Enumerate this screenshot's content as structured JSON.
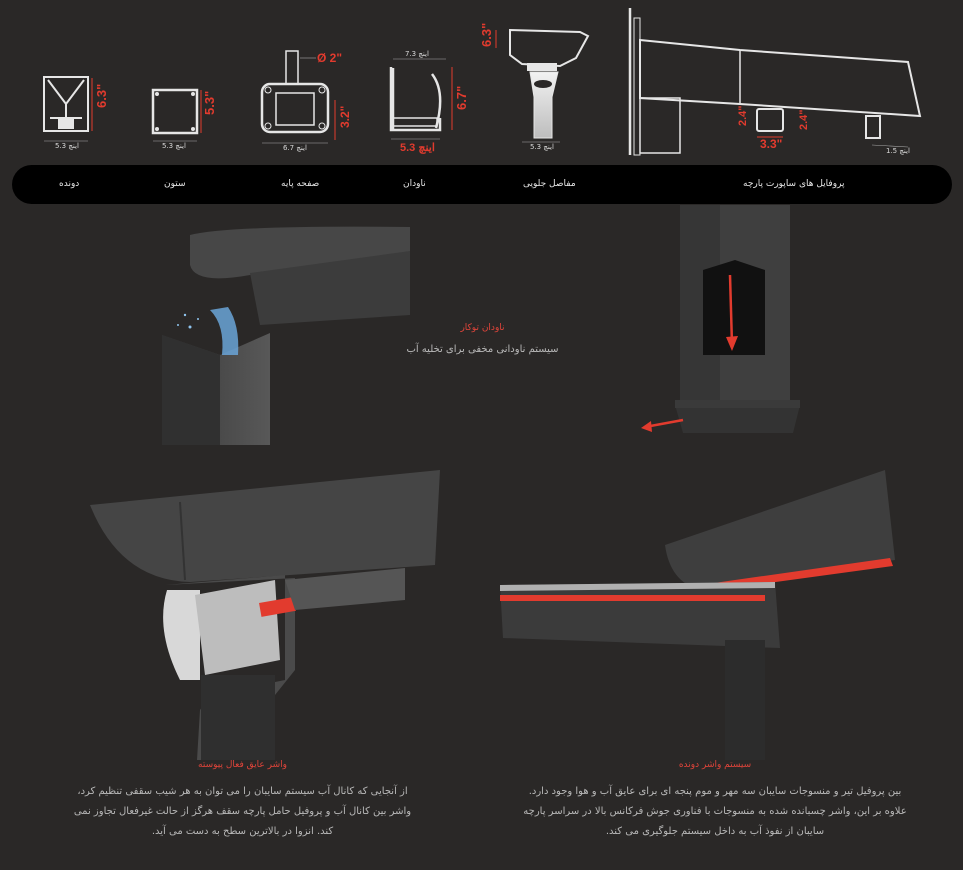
{
  "profiles": {
    "gutter_profile": {
      "height": "6.3\"",
      "width": "5.3 اینچ"
    },
    "column": {
      "height": "5.3\"",
      "width": "5.3 اینچ"
    },
    "base_plate": {
      "diameter": "Ø 2\"",
      "height": "3.2\"",
      "width": "6.7 اینچ"
    },
    "gutter": {
      "top": "7.3 اینچ",
      "height": "6.7\"",
      "width": "5.3 اینچ"
    },
    "front_joint": {
      "height": "6.3\"",
      "width": "5.3 اینچ"
    },
    "fabric_support": {
      "h1": "2.4\"",
      "h2": "2.4\"",
      "w1": "3.3\"",
      "w2": "1.5 اینچ"
    }
  },
  "nav": {
    "items": [
      "پروفایل های ساپورت پارچه",
      "مفاصل جلویی",
      "ناودان",
      "صفحه پایه",
      "ستون",
      "دونده"
    ]
  },
  "sections": {
    "gutter": {
      "title": "ناودان توکار",
      "body": "سیستم ناودانی مخفی برای تخلیه آب"
    },
    "seal": {
      "title": "واشر عایق فعال پیوسته",
      "body": "از آنجایی که کانال آب سیستم سایبان را می توان به هر شیب سقفی تنظیم کرد، واشر بین کانال آب و پروفیل حامل پارچه سقف هرگز از حالت غیرفعال تجاوز نمی کند. انزوا در بالاترین سطح به دست می آید."
    },
    "runner": {
      "title": "سیستم واشر دونده",
      "body": "بین پروفیل تیر و منسوجات سایبان سه مهر و موم پنجه ای برای عایق آب و هوا وجود دارد. علاوه بر این، واشر چسبانده شده به منسوجات با فناوری جوش فرکانس بالا در سراسر پارچه سایبان از نفوذ آب به داخل سیستم جلوگیری می کند."
    }
  },
  "colors": {
    "background": "#2a2827",
    "accent": "#e23b2e",
    "navbar": "#000000"
  }
}
